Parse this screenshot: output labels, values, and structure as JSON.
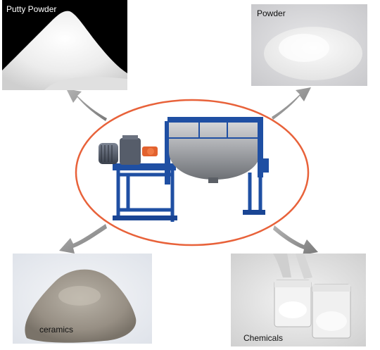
{
  "panels": {
    "putty_powder": {
      "label": "Putty Powder",
      "label_color": "#ffffff"
    },
    "powder": {
      "label": "Powder",
      "label_color": "#111111"
    },
    "ceramics": {
      "label": "ceramics",
      "label_color": "#111111"
    },
    "chemicals": {
      "label": "Chemicals",
      "label_color": "#111111"
    }
  },
  "colors": {
    "ellipse_stroke": "#e8623a",
    "frame_blue": "#1f4fa3",
    "arrow_gray": "#8c8c8c"
  }
}
